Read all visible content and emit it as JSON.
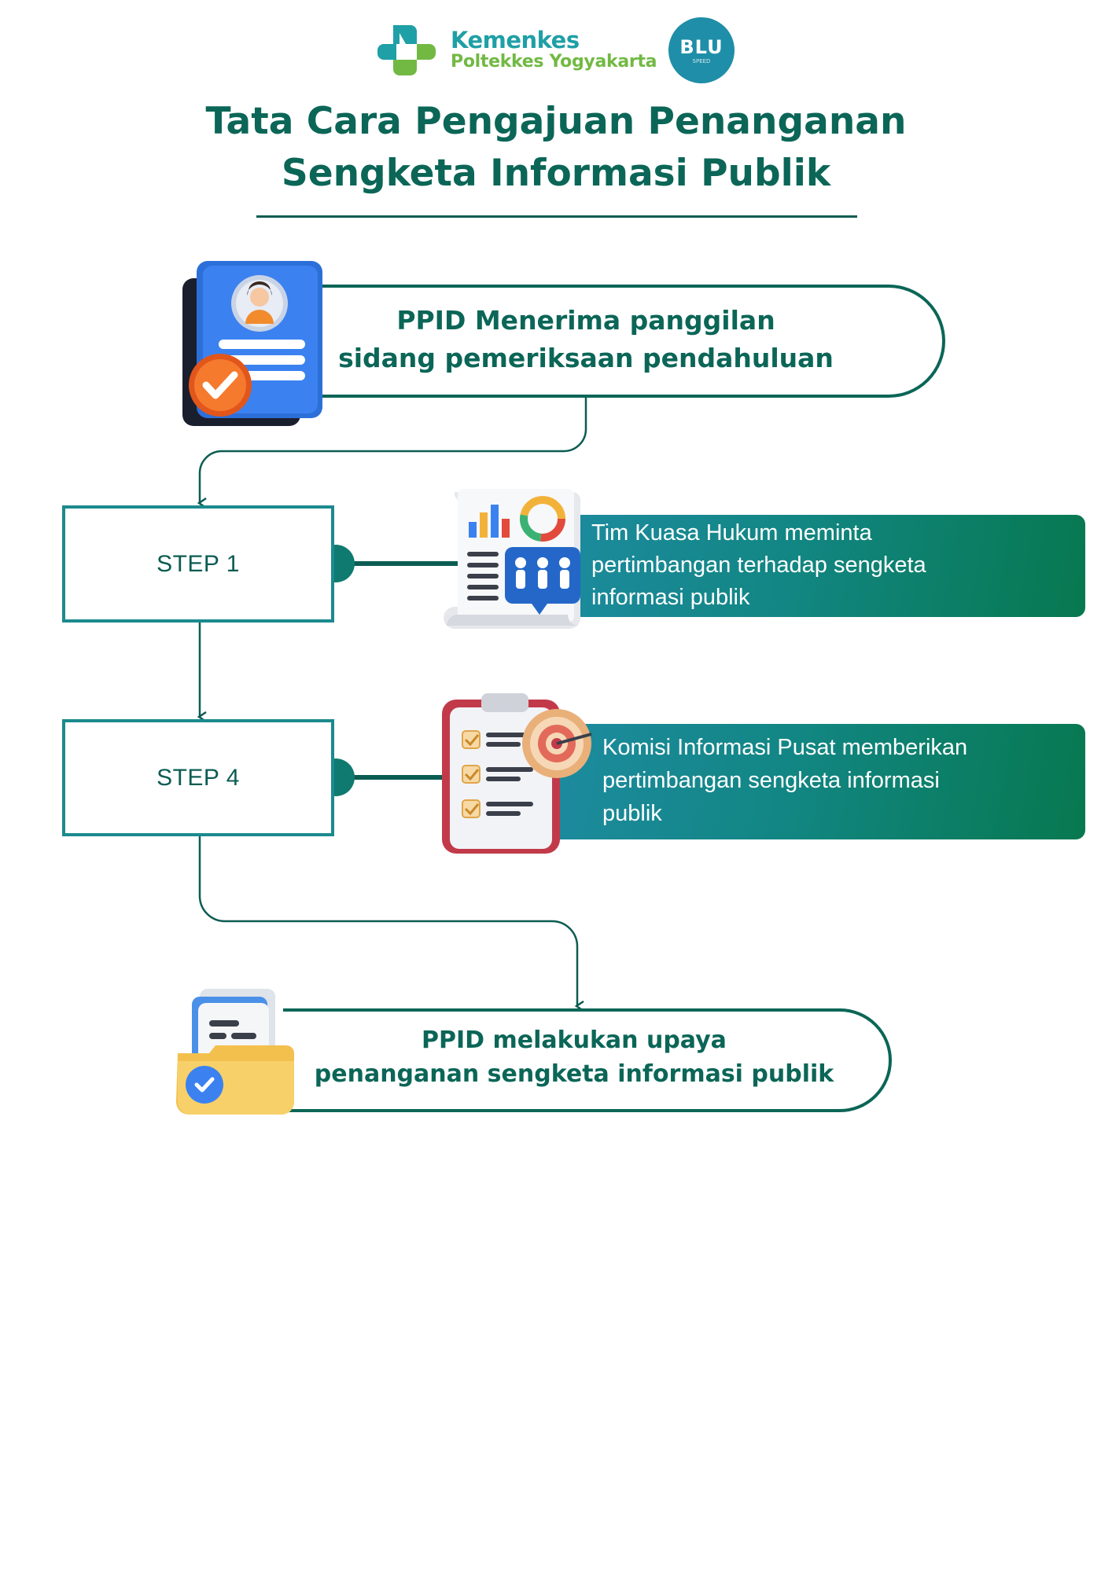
{
  "header": {
    "brand_line1": "Kemenkes",
    "brand_line2": "Poltekkes Yogyakarta",
    "badge_text": "BLU",
    "badge_sub": "SPEED",
    "logo_icon": "kemenkes-logo-icon",
    "title_line1": "Tata Cara Pengajuan Penanganan",
    "title_line2": "Sengketa Informasi Publik"
  },
  "flow": {
    "start": {
      "line1": "PPID Menerima panggilan",
      "line2": "sidang pemeriksaan pendahuluan",
      "icon": "id-card-check-icon"
    },
    "steps": [
      {
        "label": "STEP 1",
        "line1": "Tim Kuasa Hukum meminta",
        "line2": "pertimbangan terhadap sengketa",
        "line3": "informasi publik",
        "icon": "report-chart-icon"
      },
      {
        "label": "STEP 4",
        "line1": "Komisi Informasi Pusat memberikan",
        "line2": "pertimbangan sengketa informasi",
        "line3": "publik",
        "icon": "checklist-target-icon"
      }
    ],
    "end": {
      "line1": "PPID melakukan upaya",
      "line2": "penanganan sengketa informasi publik",
      "icon": "folder-verified-icon"
    }
  },
  "colors": {
    "primary": "#0b6657",
    "line": "#0b5c52",
    "accent": "#1b8a8e",
    "brand_teal": "#1f9fa6",
    "brand_green": "#72b944",
    "badge": "#1f8ea8"
  }
}
